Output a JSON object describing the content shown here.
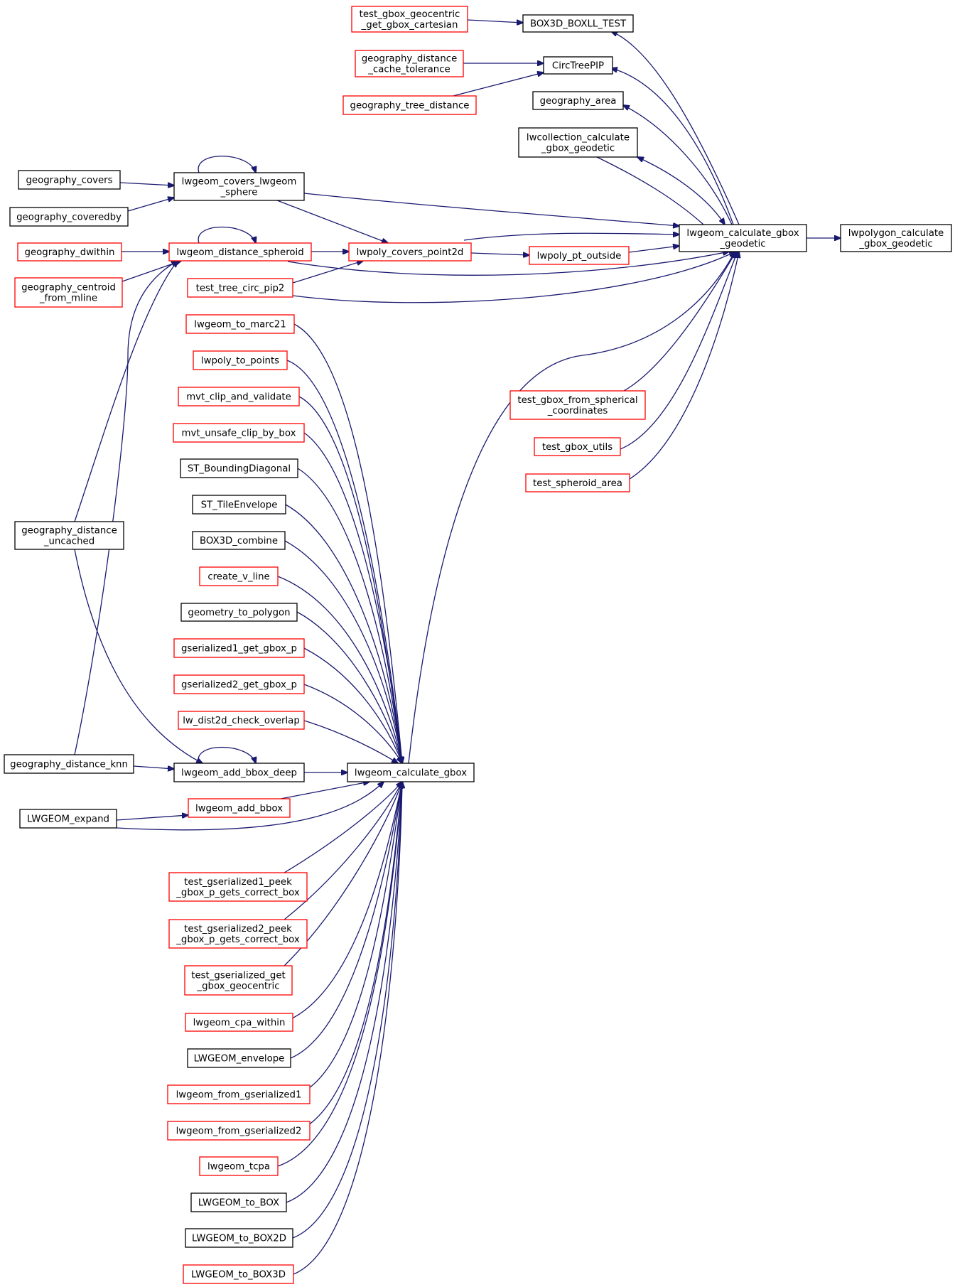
{
  "colors": {
    "edge": "#191970",
    "node_border_red": "#ff0000",
    "node_border_black": "#000000",
    "node_fill": "#ffffff",
    "root_fill": "#bfbfbf"
  },
  "nodes": [
    {
      "id": "root",
      "lines": [
        "lwpolygon_calculate",
        "_gbox_geodetic"
      ],
      "style": "root",
      "interactable": false
    },
    {
      "id": "lcgg",
      "lines": [
        "lwgeom_calculate_gbox",
        "_geodetic"
      ],
      "style": "black",
      "interactable": true
    },
    {
      "id": "b3dbll",
      "lines": [
        "BOX3D_BOXLL_TEST"
      ],
      "style": "black",
      "interactable": true
    },
    {
      "id": "tggc",
      "lines": [
        "test_gbox_geocentric",
        "_get_gbox_cartesian"
      ],
      "style": "red",
      "interactable": true
    },
    {
      "id": "ctpip",
      "lines": [
        "CircTreePIP"
      ],
      "style": "black",
      "interactable": true
    },
    {
      "id": "gdct",
      "lines": [
        "geography_distance",
        "_cache_tolerance"
      ],
      "style": "red",
      "interactable": true
    },
    {
      "id": "gtd",
      "lines": [
        "geography_tree_distance"
      ],
      "style": "red",
      "interactable": true
    },
    {
      "id": "garea",
      "lines": [
        "geography_area"
      ],
      "style": "black",
      "interactable": true
    },
    {
      "id": "lccg",
      "lines": [
        "lwcollection_calculate",
        "_gbox_geodetic"
      ],
      "style": "black",
      "interactable": true
    },
    {
      "id": "lcls",
      "lines": [
        "lwgeom_covers_lwgeom",
        "_sphere"
      ],
      "style": "black",
      "interactable": true
    },
    {
      "id": "gcov",
      "lines": [
        "geography_covers"
      ],
      "style": "black",
      "interactable": true
    },
    {
      "id": "gcovby",
      "lines": [
        "geography_coveredby"
      ],
      "style": "black",
      "interactable": true
    },
    {
      "id": "lds",
      "lines": [
        "lwgeom_distance_spheroid"
      ],
      "style": "red",
      "interactable": true
    },
    {
      "id": "gdw",
      "lines": [
        "geography_dwithin"
      ],
      "style": "red",
      "interactable": true
    },
    {
      "id": "gcfm",
      "lines": [
        "geography_centroid",
        "_from_mline"
      ],
      "style": "red",
      "interactable": true
    },
    {
      "id": "lcp2d",
      "lines": [
        "lwpoly_covers_point2d"
      ],
      "style": "red",
      "interactable": true
    },
    {
      "id": "lpo",
      "lines": [
        "lwpoly_pt_outside"
      ],
      "style": "red",
      "interactable": true
    },
    {
      "id": "ttcp",
      "lines": [
        "test_tree_circ_pip2"
      ],
      "style": "red",
      "interactable": true
    },
    {
      "id": "tgfsc",
      "lines": [
        "test_gbox_from_spherical",
        "_coordinates"
      ],
      "style": "red",
      "interactable": true
    },
    {
      "id": "tgu",
      "lines": [
        "test_gbox_utils"
      ],
      "style": "red",
      "interactable": true
    },
    {
      "id": "tsa",
      "lines": [
        "test_spheroid_area"
      ],
      "style": "red",
      "interactable": true
    },
    {
      "id": "gdu",
      "lines": [
        "geography_distance",
        "_uncached"
      ],
      "style": "black",
      "interactable": true
    },
    {
      "id": "gdknn",
      "lines": [
        "geography_distance_knn"
      ],
      "style": "black",
      "interactable": true
    },
    {
      "id": "lcg",
      "lines": [
        "lwgeom_calculate_gbox"
      ],
      "style": "black",
      "interactable": true
    },
    {
      "id": "labd",
      "lines": [
        "lwgeom_add_bbox_deep"
      ],
      "style": "black",
      "interactable": true
    },
    {
      "id": "lab",
      "lines": [
        "lwgeom_add_bbox"
      ],
      "style": "red",
      "interactable": true
    },
    {
      "id": "lwexp",
      "lines": [
        "LWGEOM_expand"
      ],
      "style": "black",
      "interactable": true
    },
    {
      "id": "ltm21",
      "lines": [
        "lwgeom_to_marc21"
      ],
      "style": "red",
      "interactable": true
    },
    {
      "id": "lptp",
      "lines": [
        "lwpoly_to_points"
      ],
      "style": "red",
      "interactable": true
    },
    {
      "id": "mcav",
      "lines": [
        "mvt_clip_and_validate"
      ],
      "style": "red",
      "interactable": true
    },
    {
      "id": "mucb",
      "lines": [
        "mvt_unsafe_clip_by_box"
      ],
      "style": "red",
      "interactable": true
    },
    {
      "id": "stbd",
      "lines": [
        "ST_BoundingDiagonal"
      ],
      "style": "black",
      "interactable": true
    },
    {
      "id": "stte",
      "lines": [
        "ST_TileEnvelope"
      ],
      "style": "black",
      "interactable": true
    },
    {
      "id": "b3dc",
      "lines": [
        "BOX3D_combine"
      ],
      "style": "black",
      "interactable": true
    },
    {
      "id": "cvl",
      "lines": [
        "create_v_line"
      ],
      "style": "red",
      "interactable": true
    },
    {
      "id": "gtp",
      "lines": [
        "geometry_to_polygon"
      ],
      "style": "black",
      "interactable": true
    },
    {
      "id": "g1ggp",
      "lines": [
        "gserialized1_get_gbox_p"
      ],
      "style": "red",
      "interactable": true
    },
    {
      "id": "g2ggp",
      "lines": [
        "gserialized2_get_gbox_p"
      ],
      "style": "red",
      "interactable": true
    },
    {
      "id": "ld2co",
      "lines": [
        "lw_dist2d_check_overlap"
      ],
      "style": "red",
      "interactable": true
    },
    {
      "id": "tg1p",
      "lines": [
        "test_gserialized1_peek",
        "_gbox_p_gets_correct_box"
      ],
      "style": "red",
      "interactable": true
    },
    {
      "id": "tg2p",
      "lines": [
        "test_gserialized2_peek",
        "_gbox_p_gets_correct_box"
      ],
      "style": "red",
      "interactable": true
    },
    {
      "id": "tggg",
      "lines": [
        "test_gserialized_get",
        "_gbox_geocentric"
      ],
      "style": "red",
      "interactable": true
    },
    {
      "id": "lcw",
      "lines": [
        "lwgeom_cpa_within"
      ],
      "style": "red",
      "interactable": true
    },
    {
      "id": "lwenv",
      "lines": [
        "LWGEOM_envelope"
      ],
      "style": "black",
      "interactable": true
    },
    {
      "id": "lfg1",
      "lines": [
        "lwgeom_from_gserialized1"
      ],
      "style": "red",
      "interactable": true
    },
    {
      "id": "lfg2",
      "lines": [
        "lwgeom_from_gserialized2"
      ],
      "style": "red",
      "interactable": true
    },
    {
      "id": "ltcpa",
      "lines": [
        "lwgeom_tcpa"
      ],
      "style": "red",
      "interactable": true
    },
    {
      "id": "lwtb",
      "lines": [
        "LWGEOM_to_BOX"
      ],
      "style": "black",
      "interactable": true
    },
    {
      "id": "lwtb2",
      "lines": [
        "LWGEOM_to_BOX2D"
      ],
      "style": "black",
      "interactable": true
    },
    {
      "id": "lwtb3",
      "lines": [
        "LWGEOM_to_BOX3D"
      ],
      "style": "red",
      "interactable": true
    }
  ]
}
